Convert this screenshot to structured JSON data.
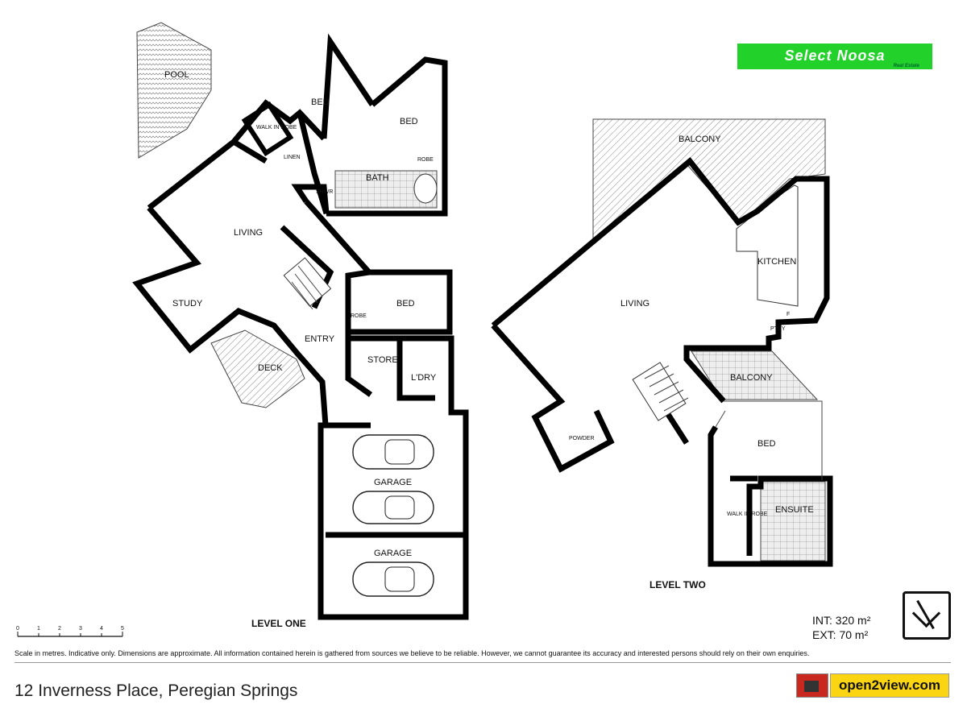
{
  "logo": {
    "brand": "Select Noosa",
    "tagline": "Real Estate"
  },
  "level_one": {
    "title": "LEVEL ONE",
    "rooms": {
      "pool": "POOL",
      "bed_1": "BED",
      "bed_2": "BED",
      "bed_3": "BED",
      "walk_in_robe": "WALK IN ROBE",
      "linen": "LINEN",
      "robe_1": "ROBE",
      "robe_2": "ROBE",
      "bath": "BATH",
      "shower": "SHWR",
      "living": "LIVING",
      "study": "STUDY",
      "entry": "ENTRY",
      "deck": "DECK",
      "store": "STORE",
      "laundry": "L'DRY",
      "garage_1": "GARAGE",
      "garage_2": "GARAGE"
    }
  },
  "level_two": {
    "title": "LEVEL TWO",
    "rooms": {
      "balcony_1": "BALCONY",
      "kitchen": "KITCHEN",
      "living": "LIVING",
      "pantry": "PTRY",
      "fridge": "F",
      "balcony_2": "BALCONY",
      "bed": "BED",
      "walk_in_robe": "WALK IN ROBE",
      "ensuite": "ENSUITE",
      "powder": "POWDER"
    }
  },
  "scale": {
    "ticks": [
      "0",
      "1",
      "2",
      "3",
      "4",
      "5"
    ]
  },
  "areas": {
    "internal": "INT: 320 m²",
    "external": "EXT: 70 m²"
  },
  "disclaimer": "Scale in metres. Indicative only. Dimensions are approximate. All information contained herein is gathered from sources we believe to be reliable. However, we cannot guarantee its accuracy and interested persons should rely on their own enquiries.",
  "address": "12 Inverness Place, Peregian Springs",
  "badge": {
    "brand": "open2view.com"
  }
}
